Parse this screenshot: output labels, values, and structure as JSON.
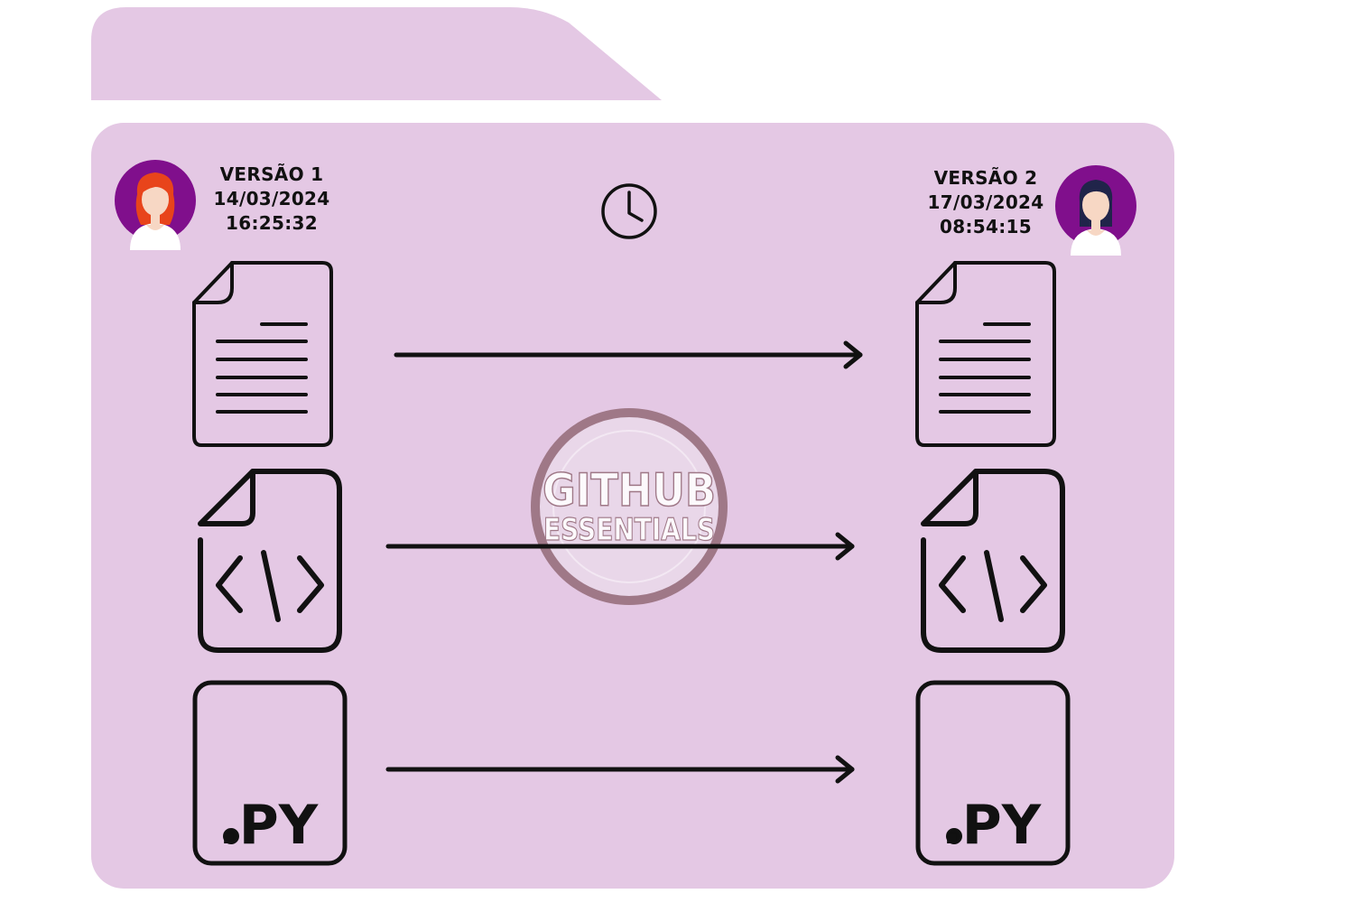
{
  "version_left": {
    "title": "VERSÃO 1",
    "date": "14/03/2024",
    "time": "16:25:32"
  },
  "version_right": {
    "title": "VERSÃO 2",
    "date": "17/03/2024",
    "time": "08:54:15"
  },
  "file_types": {
    "document": "document-icon",
    "code": "code-file-icon",
    "python": ".PY"
  },
  "watermark": {
    "line1": "GITHUB",
    "line2": "ESSENTIALS"
  },
  "icons": {
    "clock": "clock-icon",
    "arrow": "arrow-right-icon",
    "avatar_left": "avatar-red-hair",
    "avatar_right": "avatar-dark-hair"
  },
  "colors": {
    "folder": "#e4c8e4",
    "avatar_bg": "#800f8c",
    "stroke": "#111111",
    "hair_left": "#e8441b",
    "hair_right": "#20244a"
  }
}
